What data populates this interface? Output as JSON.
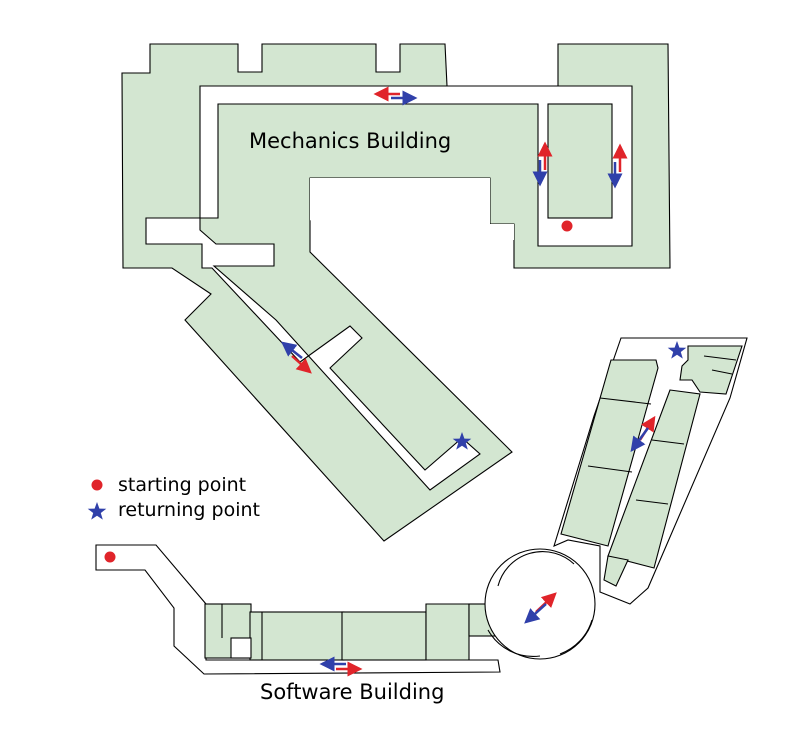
{
  "buildings": {
    "mechanics_label": "Mechanics Building",
    "software_label": "Software Building"
  },
  "legend": {
    "start_label": "starting point",
    "return_label": "returning point"
  },
  "colors": {
    "room_fill": "#d3e6d1",
    "outline": "#000000",
    "start_marker": "#e0242a",
    "return_marker": "#3040aa",
    "arrow_outbound": "#e0242a",
    "arrow_return": "#3040aa"
  },
  "icons": {
    "start": "red-dot-icon",
    "return": "blue-star-icon",
    "route": "double-arrow-icon"
  }
}
